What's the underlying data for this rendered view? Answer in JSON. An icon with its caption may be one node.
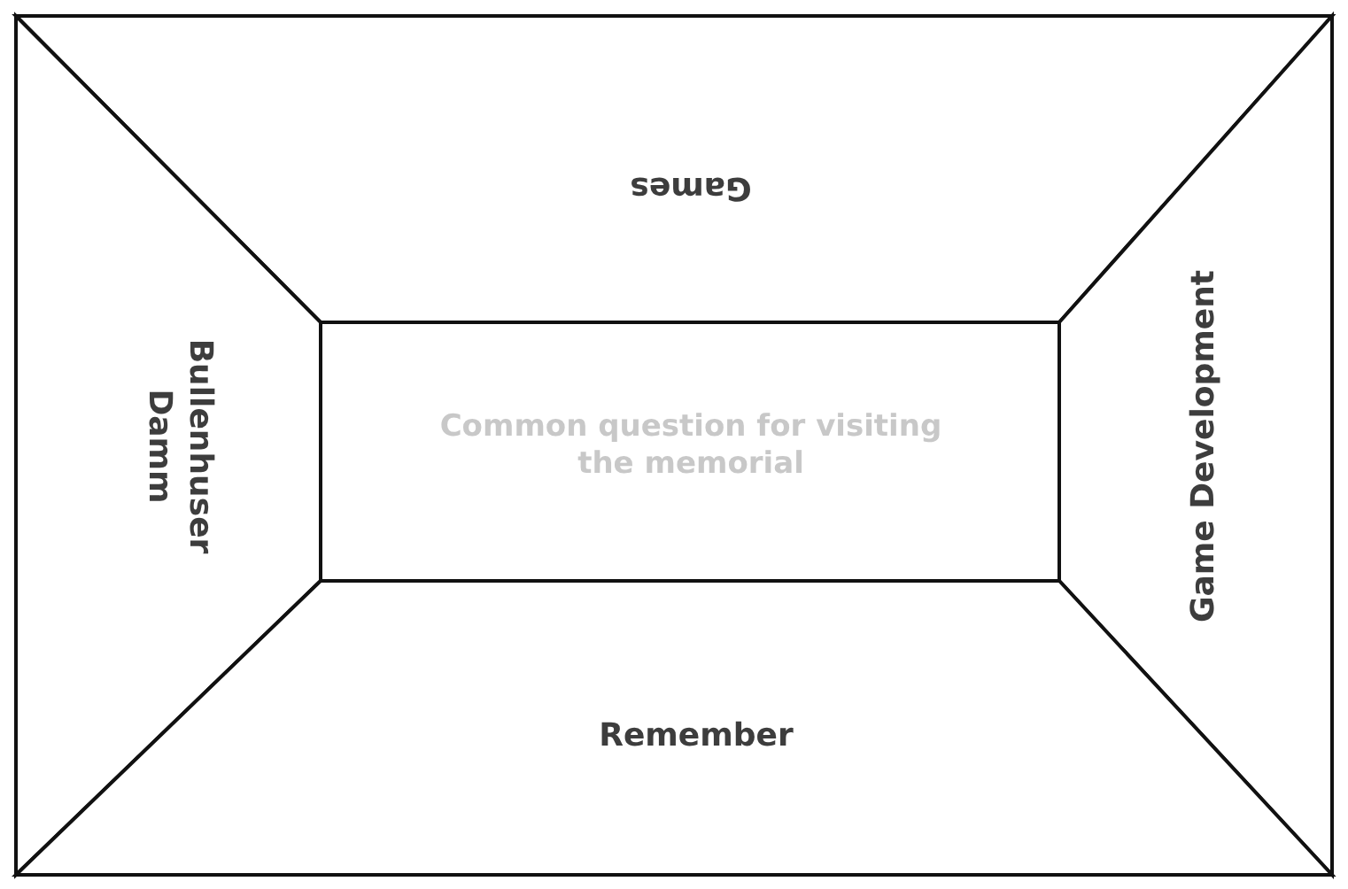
{
  "diagram": {
    "nodes": [
      {
        "text": [
          "Games"
        ]
      },
      {
        "text": [
          "Bullenhuser Damm"
        ]
      },
      {
        "text": [
          "Common question for visiting the memorial"
        ]
      },
      {
        "text": [
          "Game Development"
        ]
      },
      {
        "text": [
          "Remember"
        ]
      }
    ]
  }
}
